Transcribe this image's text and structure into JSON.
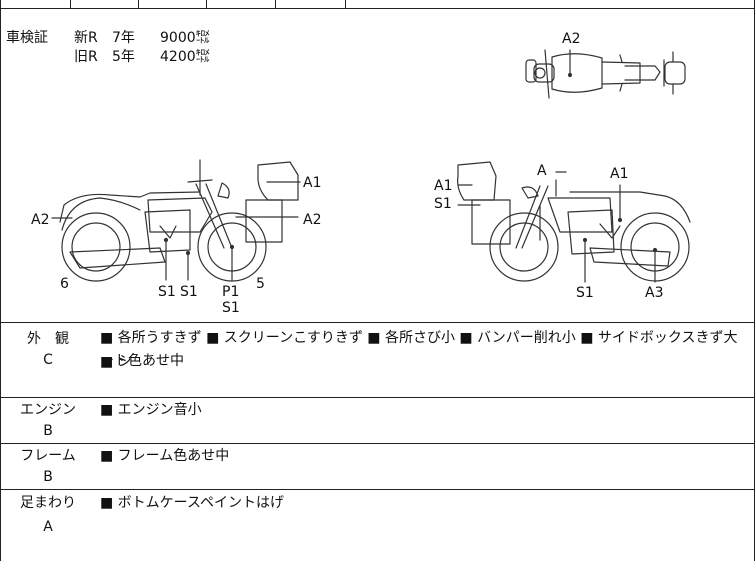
{
  "header": {
    "shaken_label": "車検証",
    "new_r": "新R",
    "new_years": "7年",
    "new_km": "9000㌖",
    "old_r": "旧R",
    "old_years": "5年",
    "old_km": "4200㌖"
  },
  "diagram_labels": {
    "top_a2": "A2",
    "left_a1": "A1",
    "left_a2_front": "A2",
    "left_a2_rear": "A2",
    "left_s1a": "S1",
    "left_s1b": "S1",
    "left_p1": "P1",
    "left_s1c": "S1",
    "left_6": "6",
    "left_5": "5",
    "right_a_top": "A",
    "right_a1_left": "A1",
    "right_s1_left": "S1",
    "right_a1_right": "A1",
    "right_s1_bottom": "S1",
    "right_a3": "A3"
  },
  "sections": [
    {
      "title": "外　観",
      "grade": "C",
      "line1": "■ 各所うすきず ■ スクリーンこすりきず ■ 各所さび小 ■ バンパー削れ小 ■ サイドボックスきず大 ■ シ",
      "line2": "ート色あせ中"
    },
    {
      "title": "エンジン",
      "grade": "B",
      "line1": "■ エンジン音小",
      "line2": ""
    },
    {
      "title": "フレーム",
      "grade": "B",
      "line1": "■ フレーム色あせ中",
      "line2": ""
    },
    {
      "title": "足まわり",
      "grade": "A",
      "line1": "■ ボトムケースペイントはげ",
      "line2": ""
    }
  ]
}
